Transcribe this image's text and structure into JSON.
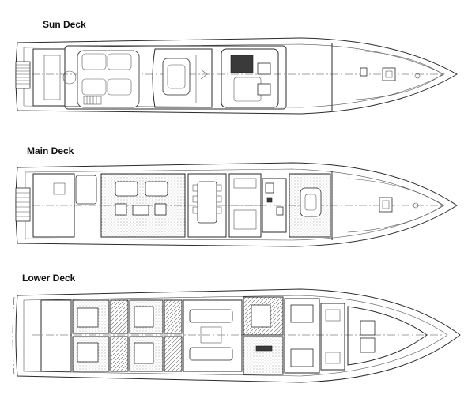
{
  "decks": {
    "sun": {
      "title": "Sun Deck"
    },
    "main": {
      "title": "Main Deck"
    },
    "lower": {
      "title": "Lower Deck"
    }
  }
}
